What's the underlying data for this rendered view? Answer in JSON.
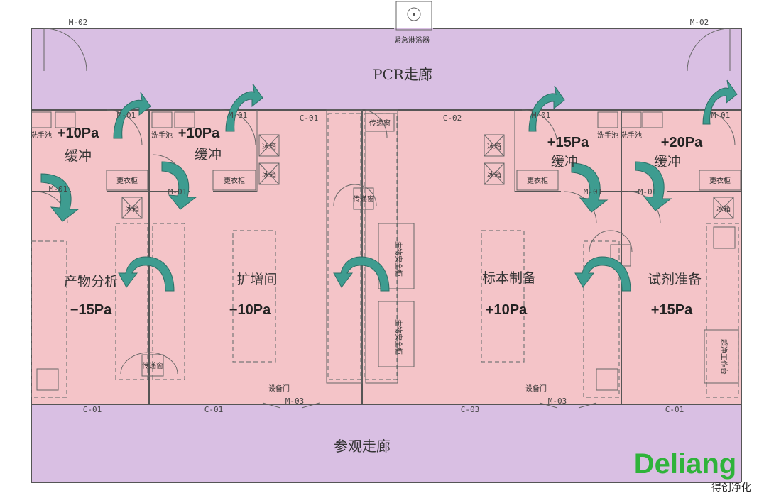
{
  "corridors": {
    "top": "PCR走廊",
    "bottom": "参观走廊",
    "shower": "紧急淋浴器"
  },
  "rooms": {
    "product_analysis": {
      "name": "产物分析",
      "pressure": "−15Pa"
    },
    "amplification": {
      "name": "扩增间",
      "pressure": "−10Pa"
    },
    "specimen_prep": {
      "name": "标本制备",
      "pressure": "+10Pa"
    },
    "reagent_prep": {
      "name": "试剂准备",
      "pressure": "+15Pa"
    }
  },
  "buffers": [
    {
      "name": "缓冲",
      "pressure": "+10Pa"
    },
    {
      "name": "缓冲",
      "pressure": "+10Pa"
    },
    {
      "name": "缓冲",
      "pressure": "+15Pa"
    },
    {
      "name": "缓冲",
      "pressure": "+20Pa"
    }
  ],
  "doors": {
    "m01": "M-01",
    "m02": "M-02",
    "m03": "M-03",
    "equipment_door": "设备门"
  },
  "windows": {
    "c01": "C-01",
    "c02": "C-02",
    "c03": "C-03"
  },
  "equipment": {
    "fridge": "冰箱",
    "pass_box": "传递窗",
    "wardrobe": "更衣柜",
    "hand_wash": "洗手池",
    "safety_cabinet": "生物安全柜",
    "ultra_clean_bench": "超净工作台"
  },
  "logo": {
    "main": "Deliang",
    "sub": "得创净化"
  },
  "colors": {
    "corridor": "#d9bfe3",
    "room": "#f4c4c8",
    "arrow": "#3e9c90",
    "logo": "#2fb33a"
  }
}
